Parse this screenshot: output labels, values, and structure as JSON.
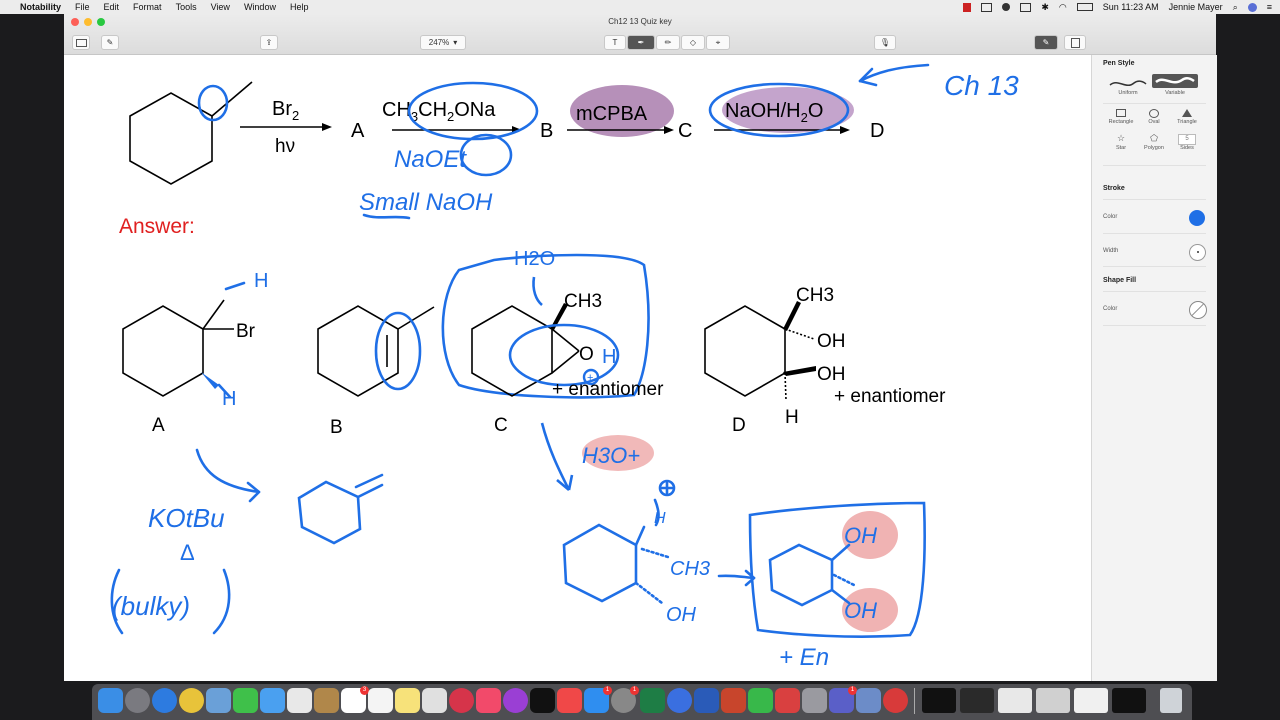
{
  "menubar": {
    "app_name": "Notability",
    "menus": [
      "File",
      "Edit",
      "Format",
      "Tools",
      "View",
      "Window",
      "Help"
    ],
    "clock": "Sun 11:23 AM",
    "user": "Jennie Mayer"
  },
  "window": {
    "title": "Ch12 13 Quiz key",
    "zoom": "247%"
  },
  "sidebar": {
    "pen_style_title": "Pen Style",
    "pen_uniform": "Uniform",
    "pen_variable": "Variable",
    "shapes": [
      {
        "label": "Rectangle"
      },
      {
        "label": "Oval"
      },
      {
        "label": "Triangle"
      },
      {
        "label": "Star"
      },
      {
        "label": "Polygon"
      },
      {
        "label": "Sides",
        "value": "5"
      }
    ],
    "stroke_title": "Stroke",
    "stroke_color_label": "Color",
    "stroke_width_label": "Width",
    "stroke_color": "#1f6fe6",
    "shape_fill_title": "Shape Fill",
    "fill_color_label": "Color"
  },
  "note": {
    "reagent1_top": "Br",
    "reagent1_top_sub": "2",
    "reagent1_bottom": "hν",
    "label_A": "A",
    "reagent2_part1": "CH",
    "reagent2_sub1": "3",
    "reagent2_part2": "CH",
    "reagent2_sub2": "2",
    "reagent2_part3": "ONa",
    "label_B": "B",
    "reagent3": "mCPBA",
    "label_C": "C",
    "reagent4_part1": "NaOH/H",
    "reagent4_sub": "2",
    "reagent4_part2": "O",
    "label_D": "D",
    "handwritten_ch": "Ch 13",
    "handwritten_naoet": "NaOEt",
    "handwritten_small_naoh": "Small NaOH",
    "answer_label": "Answer:",
    "struct_A_br": "Br",
    "struct_A_label": "A",
    "struct_B_label": "B",
    "struct_C_ch3": "CH3",
    "struct_C_o": "O",
    "struct_C_enantiomer": "+ enantiomer",
    "struct_C_label": "C",
    "struct_D_ch3": "CH3",
    "struct_D_oh1": "OH",
    "struct_D_oh2": "OH",
    "struct_D_h": "H",
    "struct_D_enantiomer": "+ enantiomer",
    "struct_D_label": "D",
    "hw_h": "H",
    "hw_h2o": "H2O",
    "hw_h3o": "H3O+",
    "hw_kotbu": "KOtBu",
    "hw_delta": "Δ",
    "hw_bulky": "(bulky)",
    "hw_ch3": "CH3",
    "hw_oh": "OH",
    "hw_oh_a": "OH",
    "hw_oh_b": "OH",
    "hw_en": "+ En",
    "ink_blue": "#1f6fe6",
    "answer_red": "#e02020"
  }
}
